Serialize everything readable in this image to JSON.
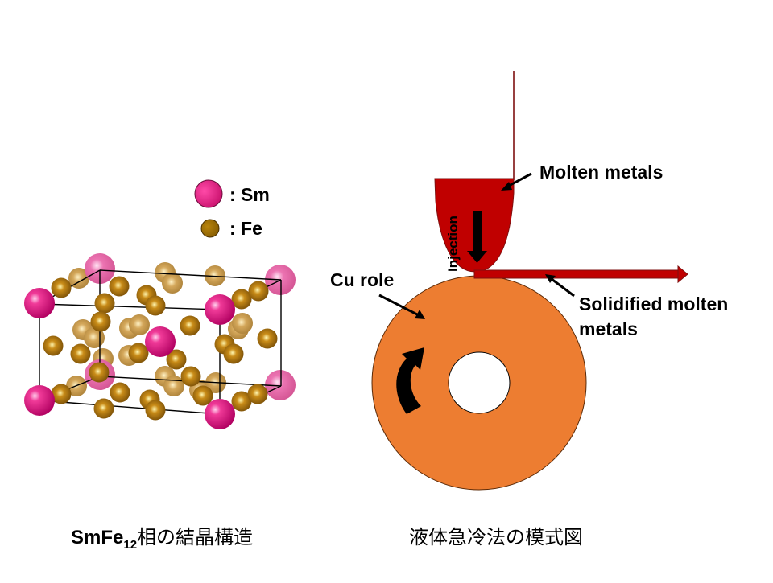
{
  "legend": {
    "items": [
      {
        "element": "Sm",
        "label": ": Sm",
        "color": "#e0147a"
      },
      {
        "element": "Fe",
        "label": ": Fe",
        "color": "#a8700a"
      }
    ]
  },
  "crystal_structure": {
    "caption_main": "SmFe",
    "caption_sub": "12",
    "caption_rest": "相の結晶構造",
    "colors": {
      "sm": "#e0147a",
      "sm_back": "#e565a8",
      "fe": "#9a6408",
      "fe_back": "#c99a4e",
      "edge": "#000000"
    }
  },
  "process": {
    "caption": "液体急冷法の模式図",
    "labels": {
      "molten_metals": "Molten metals",
      "cu_role": "Cu role",
      "solidified_line1": "Solidified molten",
      "solidified_line2": "metals",
      "injection": "Injection"
    },
    "colors": {
      "crucible": "#c00000",
      "ribbon": "#c00000",
      "roll": "#ed7d31",
      "nozzle_line": "#7f1010"
    }
  }
}
